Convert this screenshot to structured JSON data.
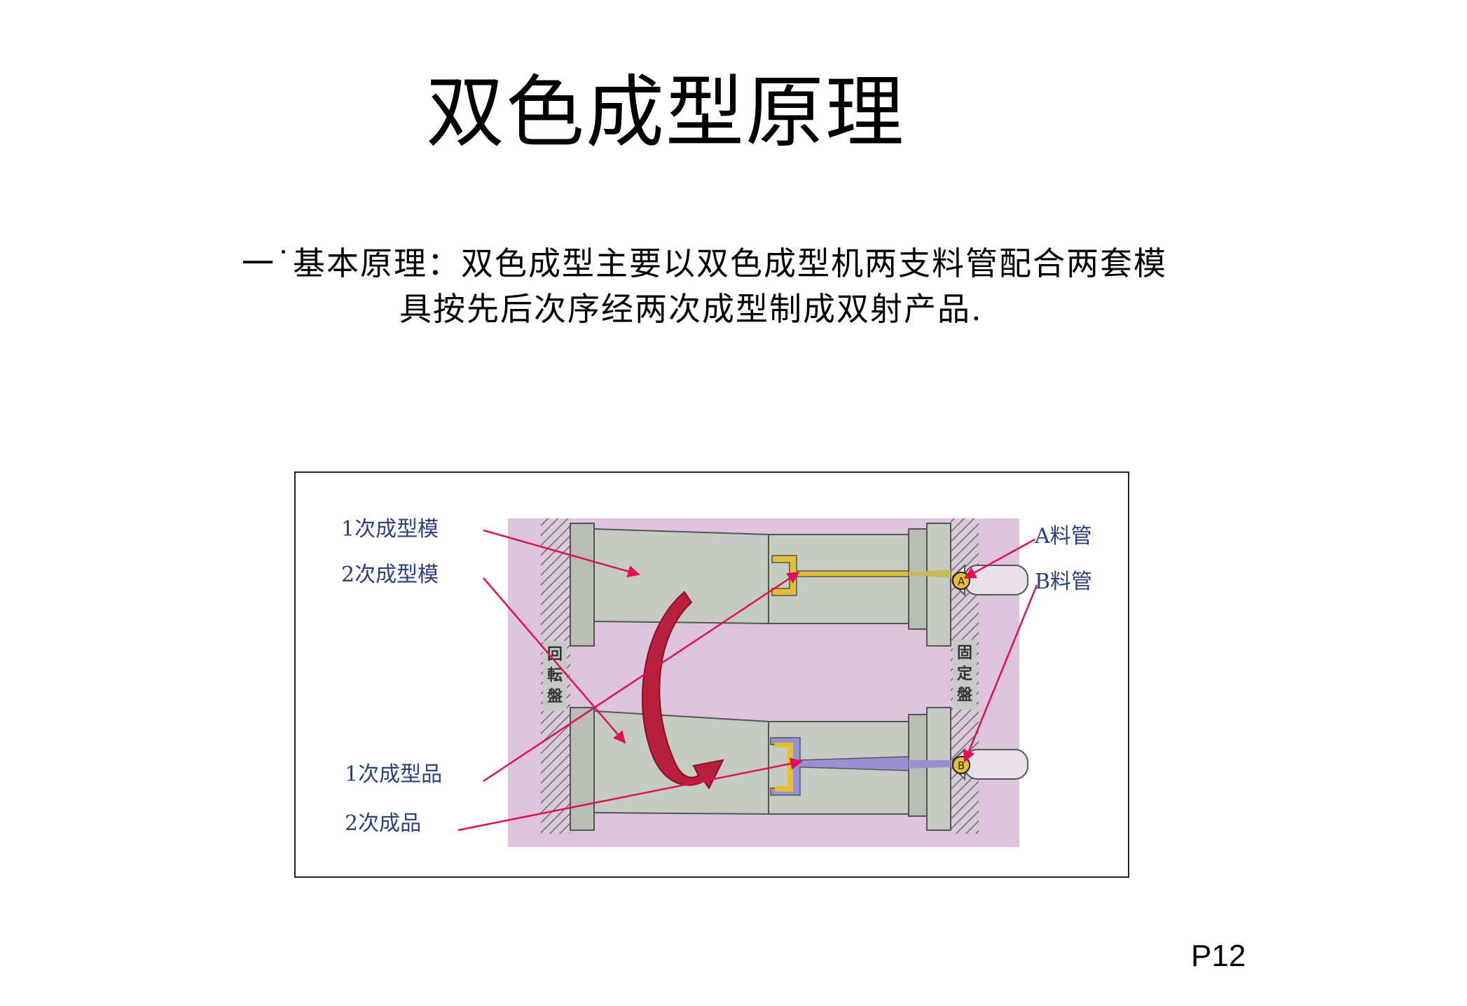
{
  "title": "双色成型原理",
  "section": {
    "line1": "一˙基本原理：双色成型主要以双色成型机两支料管配合两套模",
    "line2": "具按先后次序经两次成型制成双射产品."
  },
  "figure": {
    "labels": {
      "mold1": "1次成型模",
      "mold2": "2次成型模",
      "product1": "1次成型品",
      "product2": "2次成品",
      "barrelA": "A料管",
      "barrelB": "B料管",
      "rotating_platen": "回転盤",
      "fixed_platen": "固定盤",
      "markerA": "A",
      "markerB": "B"
    },
    "colors": {
      "background": "#ddc3dc",
      "mold": "#c5cbc2",
      "first_shot": "#e2c035",
      "second_shot": "#9a8fd0",
      "arrow": "#e01055",
      "rotation_arrow": "#b81f3a",
      "label_text": "#2b3f7c"
    }
  },
  "page_number": "P12"
}
